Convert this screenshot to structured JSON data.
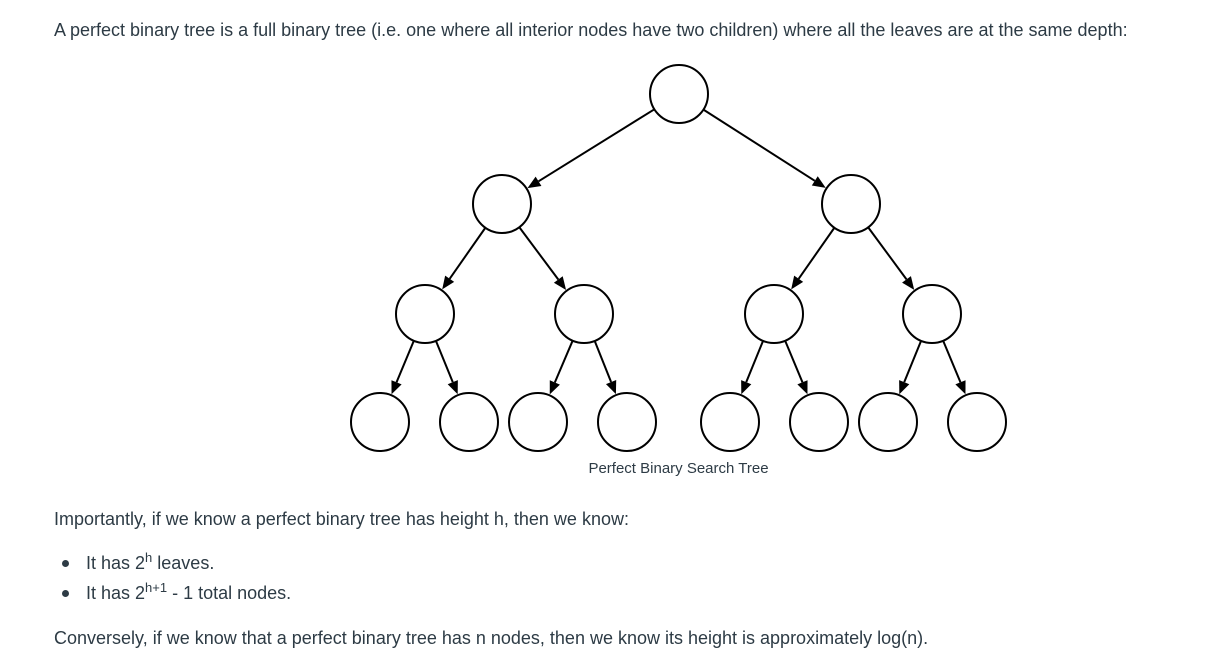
{
  "intro_text": "A perfect binary tree is a full binary tree (i.e. one where all interior nodes have two children) where all the leaves are at the same depth:",
  "figure": {
    "caption": "Perfect Binary Search Tree",
    "levels": 4,
    "node_count": 15
  },
  "important_text": "Importantly, if we know a perfect binary tree has height h, then we know:",
  "facts": [
    {
      "prefix": "It has 2",
      "sup": "h",
      "suffix": " leaves."
    },
    {
      "prefix": "It has 2",
      "sup": "h+1",
      "suffix": " - 1 total nodes."
    }
  ],
  "conversely_text": "Conversely, if we know that a perfect binary tree has n nodes, then we know its height is approximately log(n)."
}
